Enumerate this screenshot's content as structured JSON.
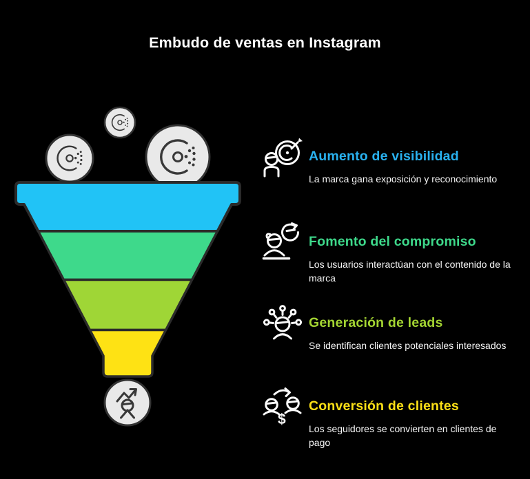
{
  "page_title": "Embudo de ventas en Instagram",
  "colors": {
    "background": "#000000",
    "title_text": "#ffffff",
    "description_text": "#f6f6f6",
    "funnel_outline": "#2b2b2b",
    "circle_fill": "#e9e9e9",
    "circle_outline": "#323232",
    "dark_icon_stroke": "#383838",
    "white_icon_stroke": "#fafafa",
    "stage_colors": [
      "#21c3f6",
      "#3ed98b",
      "#9fd636",
      "#fee214"
    ]
  },
  "funnel": {
    "stage_count": 4,
    "top_circle_icons": [
      "swirl-icon",
      "swirl-icon",
      "swirl-icon"
    ],
    "bottom_circle_icon": "growth-person-icon"
  },
  "sections": [
    {
      "icon": "visibility-target-icon",
      "title": "Aumento de visibilidad",
      "accent": "#29b1ef",
      "description": "La marca gana exposición y reconocimiento"
    },
    {
      "icon": "engagement-refresh-icon",
      "title": "Fomento del compromiso",
      "accent": "#3ed98b",
      "description": "Los usuarios interactúan con el contenido de la marca"
    },
    {
      "icon": "leads-network-icon",
      "title": "Generación de leads",
      "accent": "#a4d532",
      "description": "Se identifican clientes potenciales interesados"
    },
    {
      "icon": "conversion-exchange-icon",
      "title": "Conversión de clientes",
      "accent": "#fbdf16",
      "description": "Los seguidores se convierten en clientes de pago"
    }
  ]
}
